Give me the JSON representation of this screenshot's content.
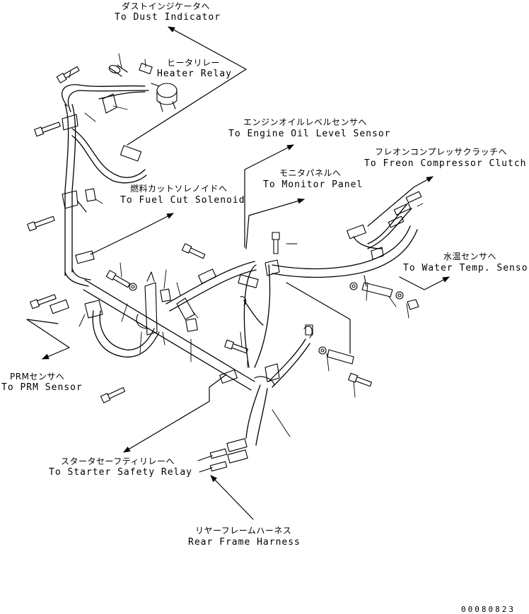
{
  "labels": {
    "dust_indicator": {
      "jp": "ダストインジケータへ",
      "en": "To Dust Indicator"
    },
    "heater_relay": {
      "jp": "ヒータリレー",
      "en": "Heater Relay"
    },
    "engine_oil_level_sensor": {
      "jp": "エンジンオイルレベルセンサへ",
      "en": "To Engine Oil Level Sensor"
    },
    "freon_compressor_clutch": {
      "jp": "フレオンコンプレッサクラッチへ",
      "en": "To Freon Compressor Clutch"
    },
    "monitor_panel": {
      "jp": "モニタパネルへ",
      "en": "To Monitor Panel"
    },
    "fuel_cut_solenoid": {
      "jp": "燃料カットソレノイドへ",
      "en": "To Fuel Cut Solenoid"
    },
    "water_temp_sensor": {
      "jp": "水温センサへ",
      "en": "To Water Temp. Sensor"
    },
    "prm_sensor": {
      "jp": "PRMセンサへ",
      "en": "To PRM Sensor"
    },
    "starter_safety_relay": {
      "jp": "スタータセーフティリレーへ",
      "en": "To Starter Safety Relay"
    },
    "rear_frame_harness": {
      "jp": "リヤーフレームハーネス",
      "en": "Rear Frame Harness"
    }
  },
  "drawing_code": "00080823",
  "colors": {
    "line": "#000000",
    "background": "#ffffff"
  }
}
